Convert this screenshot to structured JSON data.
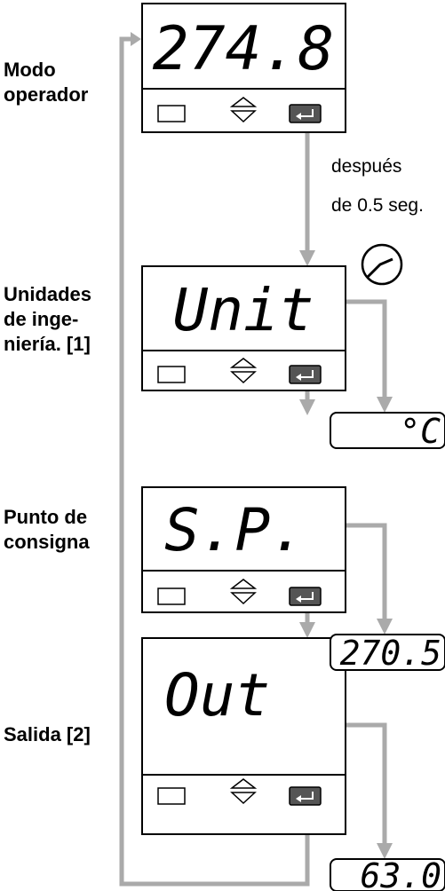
{
  "labels": {
    "operator_mode": [
      "Modo",
      "operador"
    ],
    "units": [
      "Unidades",
      "de inge-",
      "niería. [1]"
    ],
    "setpoint": [
      "Punto de",
      "consigna"
    ],
    "output": "Salida [2]"
  },
  "note": [
    "después",
    "de 0.5 seg."
  ],
  "displays": {
    "operator": "274.8",
    "units": "Unit",
    "setpoint": "S.P.",
    "output": "Out"
  },
  "values": {
    "units": "°C",
    "setpoint": "270.5",
    "output": "63.0"
  },
  "icons": [
    "blank-key-icon",
    "up-down-arrows-icon",
    "enter-key-icon",
    "clock-icon"
  ],
  "colors": {
    "flow_arrow": "#aaaaaa",
    "ink": "#000000"
  }
}
